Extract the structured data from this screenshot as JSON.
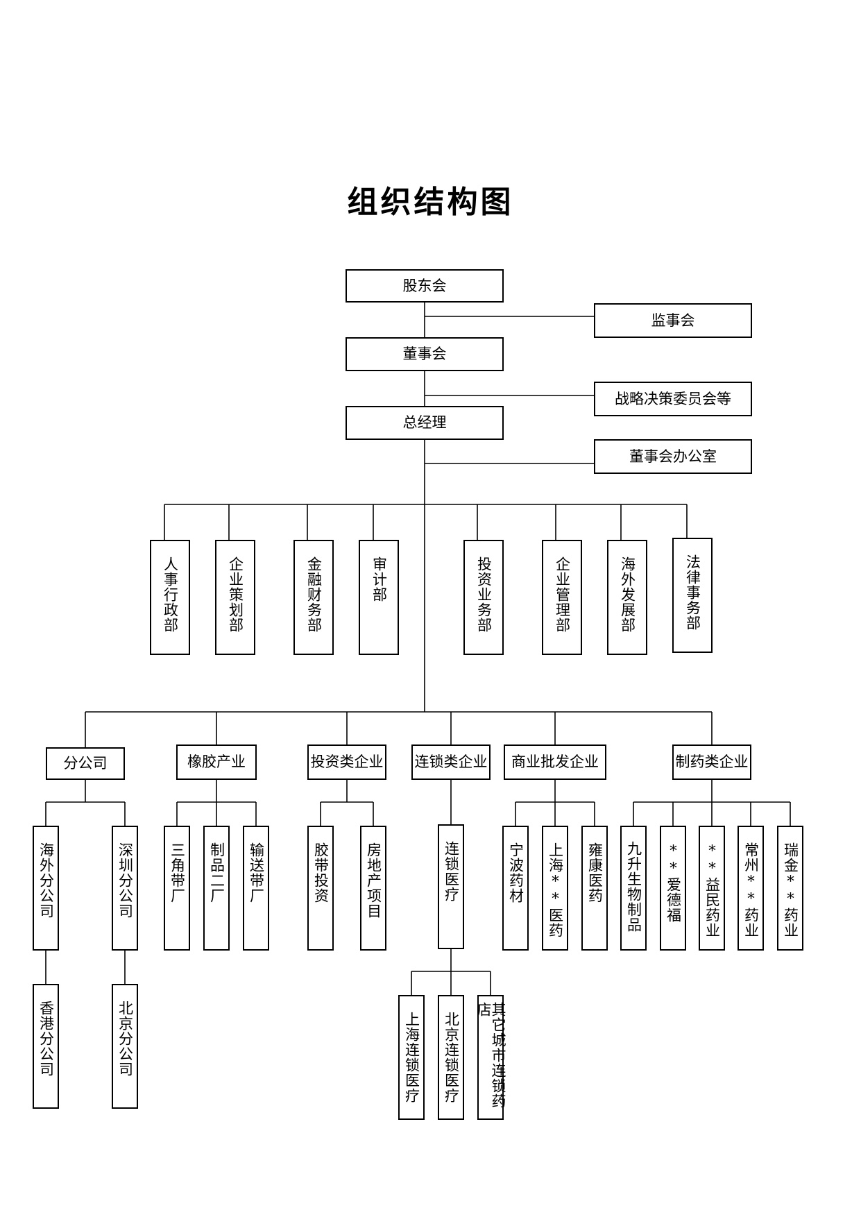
{
  "title": "组织结构图",
  "top_chain": {
    "shareholders": "股东会",
    "supervisors": "监事会",
    "board": "董事会",
    "strategy_committee": "战略决策委员会等",
    "general_manager": "总经理",
    "board_office": "董事会办公室"
  },
  "departments": [
    "人事行政部",
    "企业策划部",
    "金融财务部",
    "审计部",
    "投资业务部",
    "企业管理部",
    "海外发展部",
    "法律事务部"
  ],
  "groups": [
    {
      "name": "分公司",
      "children": [
        "海外分公司",
        "深圳分公司"
      ],
      "grandchildren": [
        "香港分公司",
        "北京分公司"
      ]
    },
    {
      "name": "橡胶产业",
      "children": [
        "三角带厂",
        "制品二厂",
        "输送带厂"
      ]
    },
    {
      "name": "投资类企业",
      "children": [
        "胶带投资",
        "房地产项目"
      ]
    },
    {
      "name": "连锁类企业",
      "children": [
        "连锁医疗"
      ],
      "grandchildren": [
        "上海连锁医疗",
        "北京连锁医疗",
        "其它城市连锁药店"
      ]
    },
    {
      "name": "商业批发企业",
      "children": [
        "宁波药材",
        "上海**医药",
        "雍康医药"
      ]
    },
    {
      "name": "制药类企业",
      "children": [
        "九升生物制品",
        "**爱德福",
        "**益民药业",
        "常州**药业",
        "瑞金**药业"
      ]
    }
  ]
}
